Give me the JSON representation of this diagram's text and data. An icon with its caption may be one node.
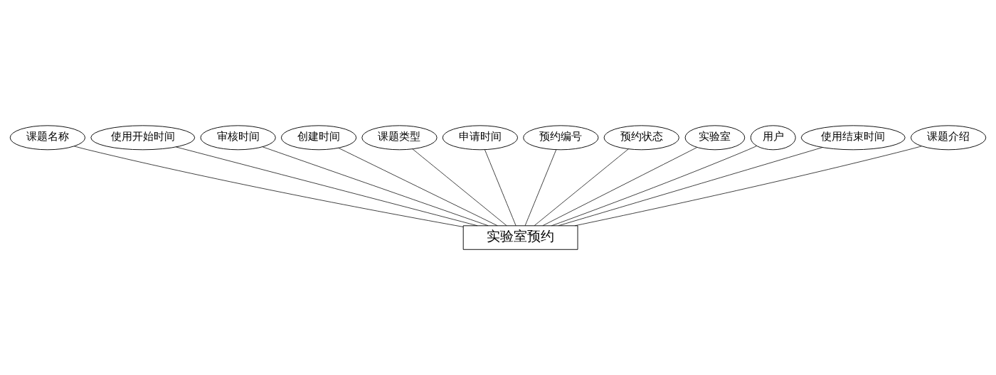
{
  "diagram": {
    "nodes": [
      {
        "text": [
          "实验室预约"
        ]
      },
      {
        "text": [
          "课题名称"
        ]
      },
      {
        "text": [
          "使用开始时间"
        ]
      },
      {
        "text": [
          "审核时间"
        ]
      },
      {
        "text": [
          "创建时间"
        ]
      },
      {
        "text": [
          "课题类型"
        ]
      },
      {
        "text": [
          "申请时间"
        ]
      },
      {
        "text": [
          "预约编号"
        ]
      },
      {
        "text": [
          "预约状态"
        ]
      },
      {
        "text": [
          "实验室"
        ]
      },
      {
        "text": [
          "用户"
        ]
      },
      {
        "text": [
          "使用结束时间"
        ]
      },
      {
        "text": [
          "课题介绍"
        ]
      }
    ],
    "edges": [
      {
        "from": 0,
        "to": 1,
        "arrow": "none"
      },
      {
        "from": 0,
        "to": 2,
        "arrow": "none"
      },
      {
        "from": 0,
        "to": 3,
        "arrow": "none"
      },
      {
        "from": 0,
        "to": 4,
        "arrow": "none"
      },
      {
        "from": 0,
        "to": 5,
        "arrow": "none"
      },
      {
        "from": 0,
        "to": 6,
        "arrow": "none"
      },
      {
        "from": 0,
        "to": 7,
        "arrow": "none"
      },
      {
        "from": 0,
        "to": 8,
        "arrow": "none"
      },
      {
        "from": 0,
        "to": 9,
        "arrow": "none"
      },
      {
        "from": 0,
        "to": 10,
        "arrow": "none"
      },
      {
        "from": 0,
        "to": 11,
        "arrow": "none"
      },
      {
        "from": 0,
        "to": 12,
        "arrow": "none"
      }
    ]
  }
}
